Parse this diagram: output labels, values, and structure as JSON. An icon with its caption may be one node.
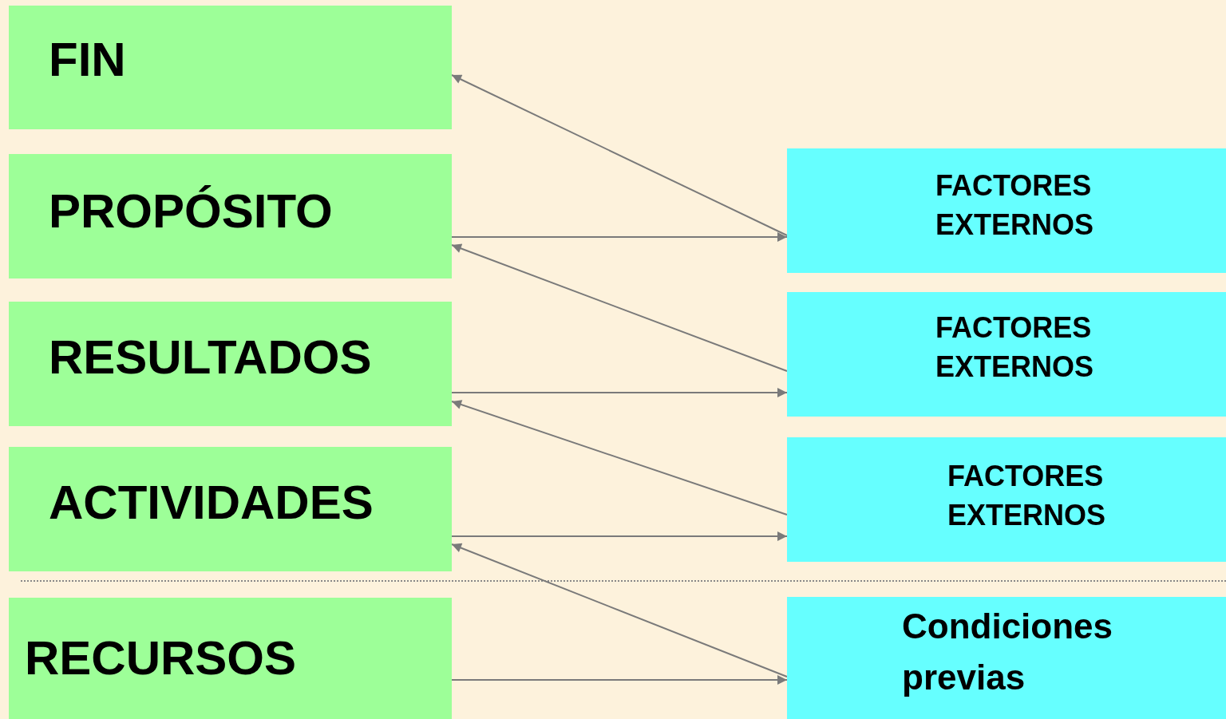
{
  "diagram": {
    "nodes": [
      {
        "text": [
          "FIN"
        ]
      },
      {
        "text": [
          "PROPÓSITO"
        ]
      },
      {
        "text": [
          "RESULTADOS"
        ]
      },
      {
        "text": [
          "ACTIVIDADES"
        ]
      },
      {
        "text": [
          "RECURSOS"
        ]
      },
      {
        "text": [
          "FACTORES EXTERNOS"
        ]
      },
      {
        "text": [
          "FACTORES EXTERNOS"
        ]
      },
      {
        "text": [
          "FACTORES EXTERNOS"
        ]
      },
      {
        "text": [
          "Condiciones previas"
        ]
      }
    ],
    "edges": [
      {
        "from": 5,
        "to": 0,
        "arrow": "to"
      },
      {
        "from": 1,
        "to": 5,
        "arrow": "to"
      },
      {
        "from": 6,
        "to": 1,
        "arrow": "to"
      },
      {
        "from": 2,
        "to": 6,
        "arrow": "to"
      },
      {
        "from": 7,
        "to": 2,
        "arrow": "to"
      },
      {
        "from": 3,
        "to": 7,
        "arrow": "to"
      },
      {
        "from": 8,
        "to": 3,
        "arrow": "to"
      },
      {
        "from": 4,
        "to": 8,
        "arrow": "to"
      }
    ]
  }
}
